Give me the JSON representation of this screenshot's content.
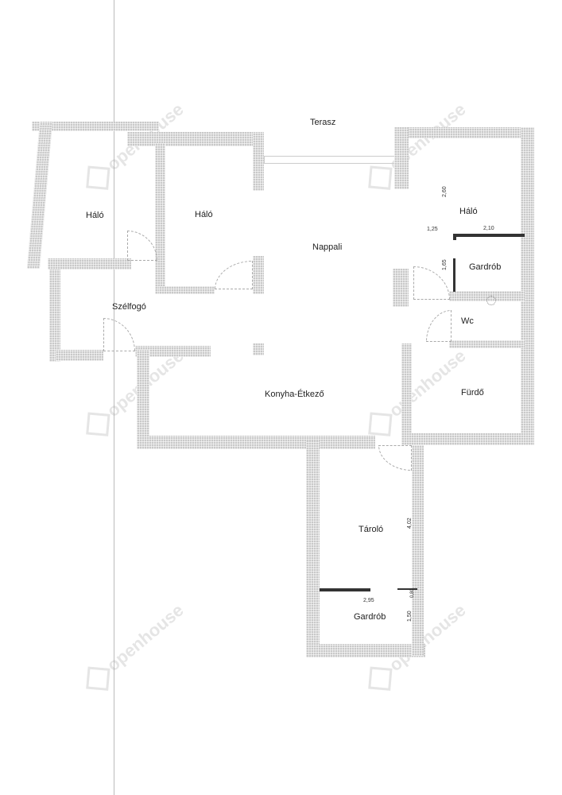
{
  "rooms": {
    "terasz": "Terasz",
    "halo_left": "Háló",
    "halo_mid": "Háló",
    "halo_right": "Háló",
    "nappali": "Nappali",
    "gardrob_top": "Gardrób",
    "szelfogo": "Szélfogó",
    "wc": "Wc",
    "konyha": "Konyha-Étkező",
    "furdo": "Fürdő",
    "tarolo": "Tároló",
    "gardrob_bottom": "Gardrób"
  },
  "dimensions": {
    "d260": "2,60",
    "d125": "1,25",
    "d210": "2,10",
    "d165": "1,65",
    "d402": "4,02",
    "d295": "2,95",
    "d150": "1,50",
    "d080": "0,80"
  },
  "watermark": "openhouse"
}
